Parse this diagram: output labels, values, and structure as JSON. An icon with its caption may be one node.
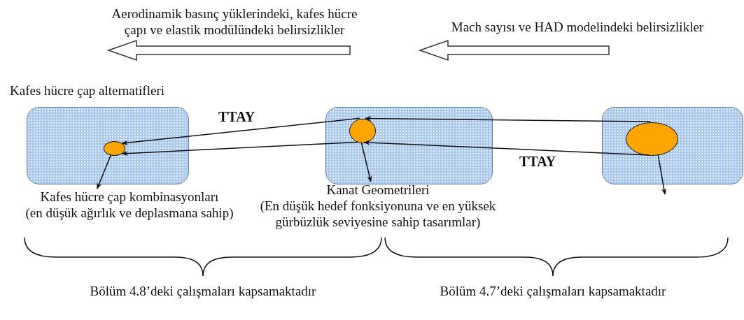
{
  "diagram": {
    "nodes": [
      {
        "text": [
          "Kafes hücre çap alternatifleri"
        ]
      },
      {
        "text": [],
        "shape": "circle",
        "in": 0
      },
      {
        "text": [],
        "shape": "box"
      },
      {
        "text": [],
        "shape": "circle",
        "in": 2
      },
      {
        "text": [],
        "shape": "box"
      },
      {
        "text": [],
        "shape": "circle",
        "in": 4
      },
      {
        "text": [
          "Kafes hücre çap kombinasyonları",
          "(en düşük ağırlık ve deplasmana sahip)"
        ]
      },
      {
        "text": [
          "Kanat Geometrileri",
          "(En düşük hedef fonksiyonuna ve en yüksek gürbüzlük seviyesine sahip tasarımlar)"
        ]
      }
    ],
    "edges": [
      {
        "from": 5,
        "to": 3,
        "arrow": "to"
      },
      {
        "from": 5,
        "to": 3,
        "arrow": "to",
        "label": "TTAY"
      },
      {
        "from": 3,
        "to": 1,
        "arrow": "to",
        "label": "TTAY"
      },
      {
        "from": 3,
        "to": 1,
        "arrow": "to"
      },
      {
        "from": 1,
        "to": 6,
        "arrow": "to"
      },
      {
        "from": 3,
        "to": 7,
        "arrow": "to"
      },
      {
        "from": 5,
        "to": null,
        "arrow": "to"
      }
    ],
    "labels": [
      "Aerodinamik basınç yüklerindeki, kafes hücre çapı ve elastik modülündeki belirsizlikler",
      "Mach sayısı ve HAD modelindeki belirsizlikler",
      "Bölüm 4.8’deki çalışmaları kapsamaktadır",
      "Bölüm 4.7’deki çalışmaları kapsamaktadır"
    ]
  }
}
